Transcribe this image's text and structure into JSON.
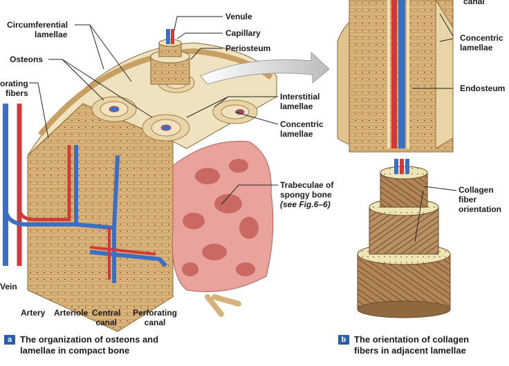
{
  "labels": {
    "venule": "Venule",
    "capillary": "Capillary",
    "periosteum": "Periosteum",
    "circumferential_1": "Circumferential",
    "circumferential_2": "lamellae",
    "osteons": "Osteons",
    "perforating_fibers_1": "orating",
    "perforating_fibers_2": "fibers",
    "interstitial_1": "Interstitial",
    "interstitial_2": "lamellae",
    "concentric_a_1": "Concentric",
    "concentric_a_2": "lamellae",
    "trabeculae_1": "Trabeculae of",
    "trabeculae_2": "spongy bone",
    "trabeculae_3": "(see Fig.6–6)",
    "vein": "Vein",
    "artery": "Artery",
    "arteriole": "Arteriole",
    "central_1": "Central",
    "central_2": "canal",
    "perforating_canal_1": "Perforating",
    "perforating_canal_2": "canal",
    "canal_top": "canal",
    "concentric_b_1": "Concentric",
    "concentric_b_2": "lamellae",
    "endosteum": "Endosteum",
    "collagen_1": "Collagen",
    "collagen_2": "fiber",
    "collagen_3": "orientation"
  },
  "captions": {
    "a": {
      "badge": "a",
      "line1": "The organization of osteons and",
      "line2": "lamellae in compact bone"
    },
    "b": {
      "badge": "b",
      "line1": "The orientation of collagen",
      "line2": "fibers in adjacent lamellae"
    }
  },
  "colors": {
    "bone": "#d8b47a",
    "bone_dark": "#b48a4e",
    "cream": "#f4ead0",
    "spongy": "#e8a09a",
    "vein": "#3a6fc4",
    "artery": "#d23a3a",
    "badge": "#2a5db0"
  }
}
